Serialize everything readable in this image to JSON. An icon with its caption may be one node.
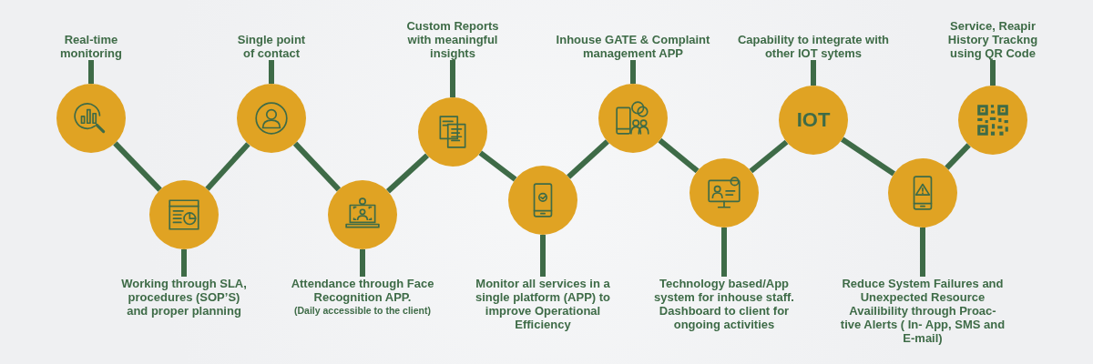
{
  "diagram": {
    "nodes": [
      {
        "text": [
          "Real-time monitoring"
        ]
      },
      {
        "text": [],
        "shape": "circle"
      },
      {
        "text": [
          "Working through SLA, procedures (SOP’S) and proper planning"
        ]
      },
      {
        "text": [],
        "shape": "circle"
      },
      {
        "text": [
          "Single point of contact"
        ]
      },
      {
        "text": [],
        "shape": "circle"
      },
      {
        "text": [
          "Attendance through Face Recognition APP.",
          "(Daily accessible to the client)"
        ]
      },
      {
        "text": [],
        "shape": "circle"
      },
      {
        "text": [
          "Custom Reports with meaningful insights"
        ]
      },
      {
        "text": [],
        "shape": "circle"
      },
      {
        "text": [
          "Monitor all services in a single platform (APP) to improve Operational Efficiency"
        ]
      },
      {
        "text": [],
        "shape": "circle"
      },
      {
        "text": [
          "Inhouse GATE & Complaint management APP"
        ]
      },
      {
        "text": [],
        "shape": "circle"
      },
      {
        "text": [
          "Technology based/App system for inhouse staff. Dashboard to client for ongoing activities"
        ]
      },
      {
        "text": [],
        "shape": "circle"
      },
      {
        "text": [
          "Capability to integrate with other IOT sytems"
        ]
      },
      {
        "text": [
          "IOT"
        ]
      },
      {
        "text": [
          "Reduce System Failures and Unexpected Resource Availibility through Proac- tive Alerts ( In- App, SMS and E-mail)"
        ]
      },
      {
        "text": [],
        "shape": "circle"
      },
      {
        "text": [
          "Service, Reapir History Trackng using QR Code"
        ]
      },
      {
        "text": [],
        "shape": "circle"
      }
    ],
    "edges": [
      {
        "from": 0,
        "to": 1,
        "arrow": "none"
      },
      {
        "from": 1,
        "to": 3,
        "arrow": "none"
      },
      {
        "from": 2,
        "to": 3,
        "arrow": "none"
      },
      {
        "from": 3,
        "to": 5,
        "arrow": "none"
      },
      {
        "from": 4,
        "to": 5,
        "arrow": "none"
      },
      {
        "from": 5,
        "to": 7,
        "arrow": "none"
      },
      {
        "from": 6,
        "to": 7,
        "arrow": "none"
      },
      {
        "from": 7,
        "to": 9,
        "arrow": "none"
      },
      {
        "from": 8,
        "to": 9,
        "arrow": "none"
      },
      {
        "from": 9,
        "to": 11,
        "arrow": "none"
      },
      {
        "from": 10,
        "to": 11,
        "arrow": "none"
      },
      {
        "from": 11,
        "to": 13,
        "arrow": "none"
      },
      {
        "from": 12,
        "to": 13,
        "arrow": "none"
      },
      {
        "from": 13,
        "to": 15,
        "arrow": "none"
      },
      {
        "from": 14,
        "to": 15,
        "arrow": "none"
      },
      {
        "from": 15,
        "to": 17,
        "arrow": "none"
      },
      {
        "from": 16,
        "to": 17,
        "arrow": "none"
      },
      {
        "from": 17,
        "to": 19,
        "arrow": "none"
      },
      {
        "from": 18,
        "to": 19,
        "arrow": "none"
      },
      {
        "from": 19,
        "to": 21,
        "arrow": "none"
      },
      {
        "from": 20,
        "to": 21,
        "arrow": "none"
      }
    ]
  }
}
